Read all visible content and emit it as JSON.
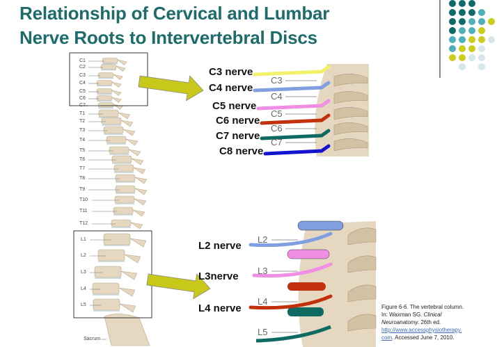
{
  "title": {
    "line1": "Relationship of Cervical and Lumbar",
    "line2": "Nerve Roots to Intervertebral Discs"
  },
  "spine_labels": [
    "C1",
    "C2",
    "C3",
    "C4",
    "C5",
    "C6",
    "C7",
    "T1",
    "T2",
    "T3",
    "T4",
    "T5",
    "T6",
    "T7",
    "T8",
    "T9",
    "T10",
    "T11",
    "T12",
    "L1",
    "L2",
    "L3",
    "L4",
    "L5",
    "Sacrum"
  ],
  "cervical": {
    "nerves": [
      {
        "label": "C3 nerve",
        "color": "#f2f26a"
      },
      {
        "label": "C4 nerve",
        "color": "#7f9fe0"
      },
      {
        "label": "C5 nerve",
        "color": "#f08ee6"
      },
      {
        "label": "C6 nerve",
        "color": "#c2300c"
      },
      {
        "label": "C7 nerve",
        "color": "#0f6b62"
      },
      {
        "label": "C8 nerve",
        "color": "#1414d0"
      }
    ],
    "vertebrae": [
      "C3",
      "C4",
      "C5",
      "C6",
      "C7"
    ]
  },
  "lumbar": {
    "nerves": [
      {
        "label": "L2 nerve",
        "color": "#7f9fe0"
      },
      {
        "label": "L3nerve",
        "color": "#f08ee6"
      },
      {
        "label": "L4 nerve",
        "color": "#c2300c"
      }
    ],
    "vertebrae": [
      "L2",
      "L3",
      "L4",
      "L5"
    ],
    "l5_root_color": "#0f6b62"
  },
  "caption": {
    "line1": "Figure 6-6. The vertebral column.",
    "line2_prefix": "In: Waxman SG. ",
    "line2_italic": "Clinical",
    "line3_italic": "Neuroanatomy.",
    "line3_suffix": " 26th ed.",
    "link1": "http://www.accessphysiotherapy.",
    "link2": "com",
    "line5_suffix": ". Accessed June 7, 2010."
  },
  "colors": {
    "title": "#1d6b6b",
    "bone": "#e6d8c0",
    "arrow": "#c8c81a",
    "dot_dark": "#0f6b6b",
    "dot_mid": "#4fb0bb",
    "dot_yellow": "#cccc1a",
    "dot_light": "#d6e6ea"
  }
}
